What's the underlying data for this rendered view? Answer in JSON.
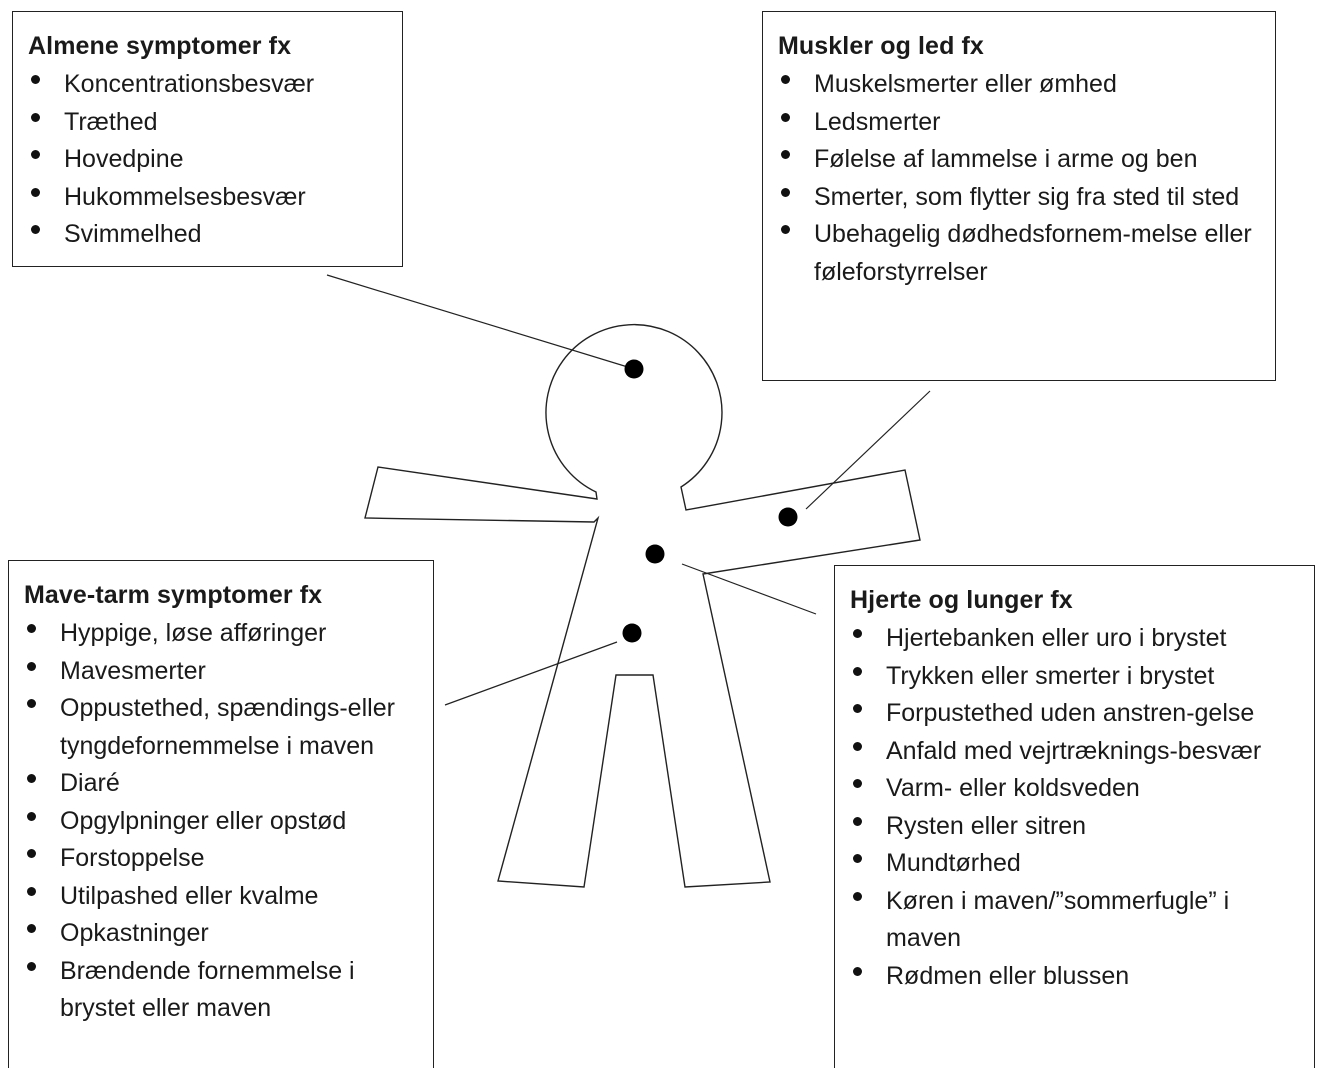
{
  "boxes": {
    "almene": {
      "title": "Almene symptomer fx",
      "items": [
        "Koncentrationsbesvær",
        "Træthed",
        "Hovedpine",
        "Hukommelsesbesvær",
        "Svimmelhed"
      ]
    },
    "muskler": {
      "title": "Muskler og led fx",
      "items": [
        "Muskelsmerter eller ømhed",
        "Ledsmerter",
        "Følelse af lammelse i arme og ben",
        "Smerter, som flytter sig fra sted til sted",
        "Ubehagelig dødhedsfornem-melse eller føleforstyrrelser"
      ]
    },
    "mave": {
      "title": "Mave-tarm symptomer fx",
      "items": [
        "Hyppige, løse afføringer",
        "Mavesmerter",
        "Oppustethed, spændings-eller tyngdefornemmelse i maven",
        "Diaré",
        "Opgylpninger eller opstød",
        "Forstoppelse",
        "Utilpashed eller kvalme",
        "Opkastninger",
        "Brændende fornemmelse i brystet eller maven"
      ]
    },
    "hjerte": {
      "title": "Hjerte og lunger fx",
      "items": [
        "Hjertebanken eller uro i brystet",
        "Trykken eller smerter i brystet",
        "Forpustethed uden anstren-gelse",
        "Anfald med vejrtræknings-besvær",
        "Varm- eller koldsveden",
        "Rysten eller sitren",
        "Mundtørhed",
        "Køren i maven/”sommerfugle” i maven",
        "Rødmen eller blussen"
      ]
    }
  },
  "colors": {
    "outline": "#222222",
    "dot": "#000000",
    "text": "#1a1a1a",
    "background": "#ffffff"
  }
}
